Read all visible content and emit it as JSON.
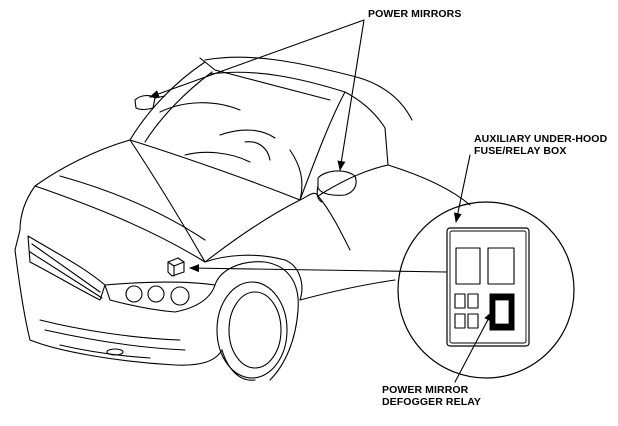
{
  "labels": {
    "power_mirrors": "POWER MIRRORS",
    "aux_box_line1": "AUXILIARY UNDER-HOOD",
    "aux_box_line2": "FUSE/RELAY BOX",
    "relay_line1": "POWER MIRROR",
    "relay_line2": "DEFOGGER RELAY"
  },
  "colors": {
    "line": "#000000",
    "background": "#ffffff"
  }
}
